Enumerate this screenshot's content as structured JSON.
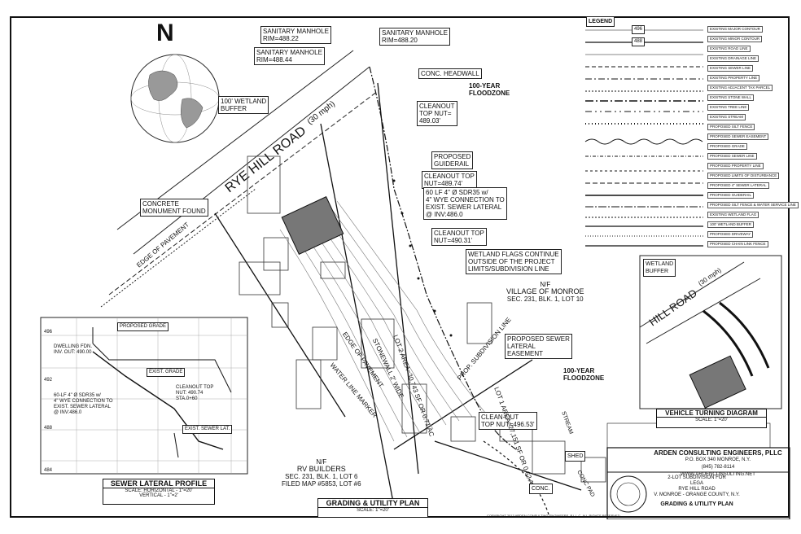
{
  "north_label": "N",
  "road": {
    "name": "RYE HILL ROAD",
    "speed": "(30 mph)"
  },
  "labels": {
    "sanitary_manhole_1": "SANITARY MANHOLE",
    "sanitary_manhole_1_rim": "RIM=488.22",
    "sanitary_manhole_2": "SANITARY MANHOLE",
    "sanitary_manhole_2_rim": "RIM=488.20",
    "sanitary_manhole_3": "SANITARY MANHOLE",
    "sanitary_manhole_3_rim": "RIM=488.44",
    "conc_headwall": "CONC. HEADWALL",
    "floodzone_top": "100-YEAR",
    "floodzone_top_2": "FLOODZONE",
    "wetland_buffer": "100' WETLAND",
    "wetland_buffer_2": "BUFFER",
    "cleanout_1": "CLEANOUT",
    "cleanout_1_top": "TOP NUT=",
    "cleanout_1_val": "489.03'",
    "guiderail": "PROPOSED",
    "guiderail_2": "GUIDERAIL",
    "cleanout_2": "CLEANOUT TOP",
    "cleanout_2_val": "NUT=489.74'",
    "lateral_note_1": "60 LF 4\" Ø SDR35 w/",
    "lateral_note_2": "4\" WYE CONNECTION TO",
    "lateral_note_3": "EXIST. SEWER LATERAL",
    "lateral_note_4": "@ INV:486.0",
    "cleanout_3": "CLEANOUT TOP",
    "cleanout_3_val": "NUT=490.31'",
    "monument": "CONCRETE",
    "monument_2": "MONUMENT FOUND",
    "edge_pavement": "EDGE OF PAVEMENT",
    "wetland_flags_1": "WETLAND FLAGS CONTINUE",
    "wetland_flags_2": "OUTSIDE OF THE PROJECT",
    "wetland_flags_3": "LIMITS/SUBDIVISION LINE",
    "nf_1": "N/F",
    "village_monroe": "VILLAGE OF MONROE",
    "village_sec": "SEC. 231, BLK. 1, LOT 10",
    "sewer_easement_1": "PROPOSED SEWER",
    "sewer_easement_2": "LATERAL",
    "sewer_easement_3": "EASEMENT",
    "floodzone_bottom": "100-YEAR",
    "floodzone_bottom_2": "FLOODZONE",
    "cleanout_4": "CLEAN-OUT",
    "cleanout_4_val": "TOP NUT=496.53'",
    "edge_pavement_2": "EDGE OF PAVEMENT",
    "water_line": "WATER LINE MARKER",
    "stonewall": "STONEWALL 2' WIDE",
    "prop_subdivision": "PROP. SUBDIVISION LINE",
    "lot_2": "LOT 2",
    "lot_2_area": "AREA=30,743 SF",
    "lot_2_ac": "OR 0.71 AC",
    "lot_1": "LOT 1",
    "lot_1_area": "AREA=27,151 SF",
    "lot_1_ac": "OR 0.62 AC",
    "stream": "STREAM",
    "shed": "SHED",
    "conc_pad": "CONC PAD",
    "conc": "CONC.",
    "nf_2": "N/F",
    "rv_builders": "RV BUILDERS",
    "rv_sec": "SEC. 231, BLK. 1, LOT 6",
    "rv_map": "FILED MAP #5853, LOT #6"
  },
  "profile": {
    "title": "SEWER LATERAL PROFILE",
    "scale_h": "SCALE: HORIZONTAL - 1\"=20'",
    "scale_v": "VERTICAL - 1\"=2'",
    "y_ticks": [
      "496",
      "492",
      "488",
      "484"
    ],
    "dwelling": "DWELLING FDN.",
    "dwelling_inv": "INV. OUT: 490.00",
    "proposed_grade": "PROPOSED GRADE",
    "exist_grade": "EXIST. GRADE",
    "cleanout": "CLEANOUT TOP",
    "cleanout_2": "NUT: 490.74",
    "cleanout_3": "STA.0+60",
    "note_1": "60-LF 4\" Ø SDR35 w/",
    "note_2": "4\" WYE CONNECTION TO",
    "note_3": "EXIST. SEWER LATERAL",
    "note_4": "@ INV:486.0",
    "exist_lateral": "EXIST. SEWER LAT."
  },
  "inset": {
    "title": "VEHICLE TURNING DIAGRAM",
    "scale": "SCALE: 1\"=20'",
    "road": "HILL ROAD",
    "speed": "(30 mph)",
    "wetland": "WETLAND",
    "buffer": "BUFFER"
  },
  "legend": {
    "title": "LEGEND",
    "rows": [
      "496",
      "488"
    ],
    "descriptions": [
      "EXISTING MAJOR CONTOUR",
      "EXISTING MINOR CONTOUR",
      "EXISTING ROAD LINE",
      "EXISTING DRAINAGE LINE",
      "EXISTING SEWER LINE",
      "EXISTING PROPERTY LINE",
      "EXISTING ADJACENT TAX PARCEL",
      "EXISTING STONE WALL",
      "EXISTING TREE LINE",
      "EXISTING STREAM",
      "PROPOSED SILT FENCE",
      "PROPOSED SEWER EASEMENT",
      "PROPOSED GRADE",
      "PROPOSED SEWER LINE",
      "PROPOSED PROPERTY LINE",
      "PROPOSED LIMITS OF DISTURBANCE",
      "PROPOSED 4\" SEWER LATERAL",
      "PROPOSED GUIDERAIL",
      "PROPOSED SILT FENCE & WATER SERVICE LINE",
      "EXISTING WETLAND FLAG",
      "100' WETLAND BUFFER",
      "PROPOSED DRIVEWAY",
      "PROPOSED CHAIN LINK FENCE"
    ]
  },
  "main_title": "GRADING & UTILITY PLAN",
  "main_scale": "SCALE: 1\"=20'",
  "firm": {
    "name": "ARDEN CONSULTING ENGINEERS, PLLC",
    "address": "P.O. BOX 340 MONROE, N.Y.",
    "phone": "(845) 782-8114",
    "web": "WWW.ARDENCONSULTING.NET",
    "project_1": "2-LOT SUBDIVISION FOR",
    "project_2": "LEGA",
    "project_3": "RYE HILL ROAD",
    "project_4": "V. MONROE - ORANGE COUNTY, N.Y.",
    "sheet_title": "GRADING & UTILITY PLAN"
  },
  "copyright": "COPYRIGHT 2013 ARDEN CONSULTING ENGINEERS, P.L.L.C. ALL RIGHTS RESERVED"
}
